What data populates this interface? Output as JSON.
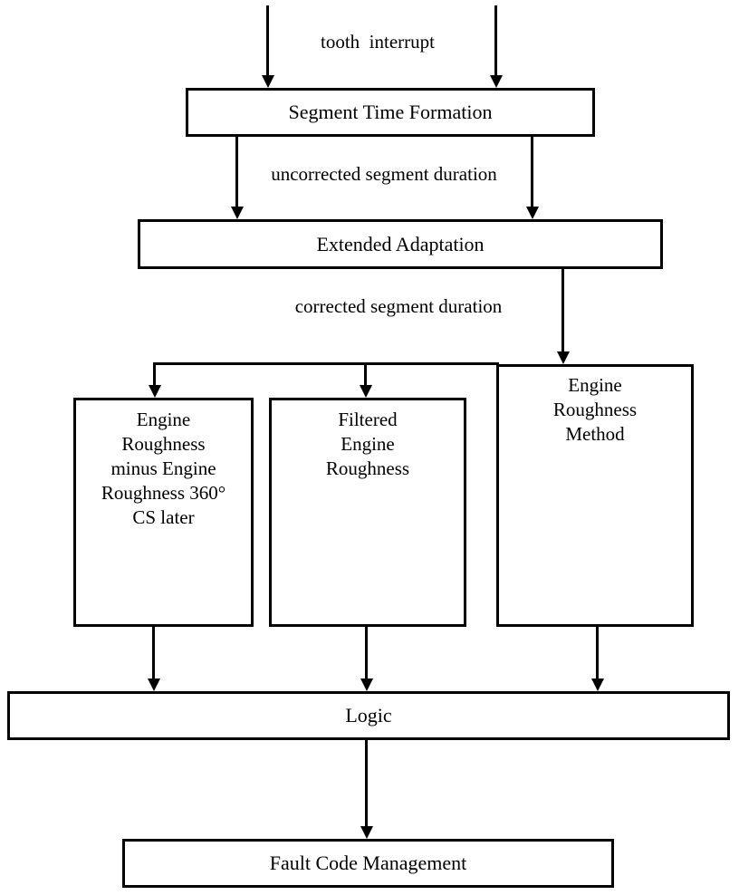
{
  "diagram_type": "flowchart",
  "colors": {
    "line": "#000000",
    "background": "#ffffff"
  },
  "nodes": {
    "segment_time_formation": {
      "label": "Segment Time Formation"
    },
    "extended_adaptation": {
      "label": "Extended Adaptation"
    },
    "engine_roughness_minus": {
      "lines": [
        "Engine",
        "Roughness",
        "minus Engine",
        "Roughness 360°",
        "CS later"
      ]
    },
    "filtered_engine_roughness": {
      "lines": [
        "Filtered",
        "Engine",
        "Roughness"
      ]
    },
    "engine_roughness_method": {
      "lines": [
        "Engine",
        "Roughness",
        "Method"
      ]
    },
    "logic": {
      "label": "Logic"
    },
    "fault_code_management": {
      "label": "Fault Code Management"
    }
  },
  "edges": [
    {
      "from": "external-input",
      "to": "segment_time_formation",
      "label": "tooth  interrupt",
      "arrow_count": 2
    },
    {
      "from": "segment_time_formation",
      "to": "extended_adaptation",
      "label": "uncorrected segment duration",
      "arrow_count": 2
    },
    {
      "from": "extended_adaptation",
      "to": "branch-point",
      "label": "corrected segment duration",
      "arrow_count": 1
    },
    {
      "from": "branch-point",
      "to": "engine_roughness_minus",
      "label": "",
      "arrow_count": 1
    },
    {
      "from": "branch-point",
      "to": "filtered_engine_roughness",
      "label": "",
      "arrow_count": 1
    },
    {
      "from": "branch-point",
      "to": "engine_roughness_method",
      "label": "",
      "arrow_count": 1
    },
    {
      "from": "engine_roughness_minus",
      "to": "logic",
      "label": "",
      "arrow_count": 1
    },
    {
      "from": "filtered_engine_roughness",
      "to": "logic",
      "label": "",
      "arrow_count": 1
    },
    {
      "from": "engine_roughness_method",
      "to": "logic",
      "label": "",
      "arrow_count": 1
    },
    {
      "from": "logic",
      "to": "fault_code_management",
      "label": "",
      "arrow_count": 1
    }
  ]
}
